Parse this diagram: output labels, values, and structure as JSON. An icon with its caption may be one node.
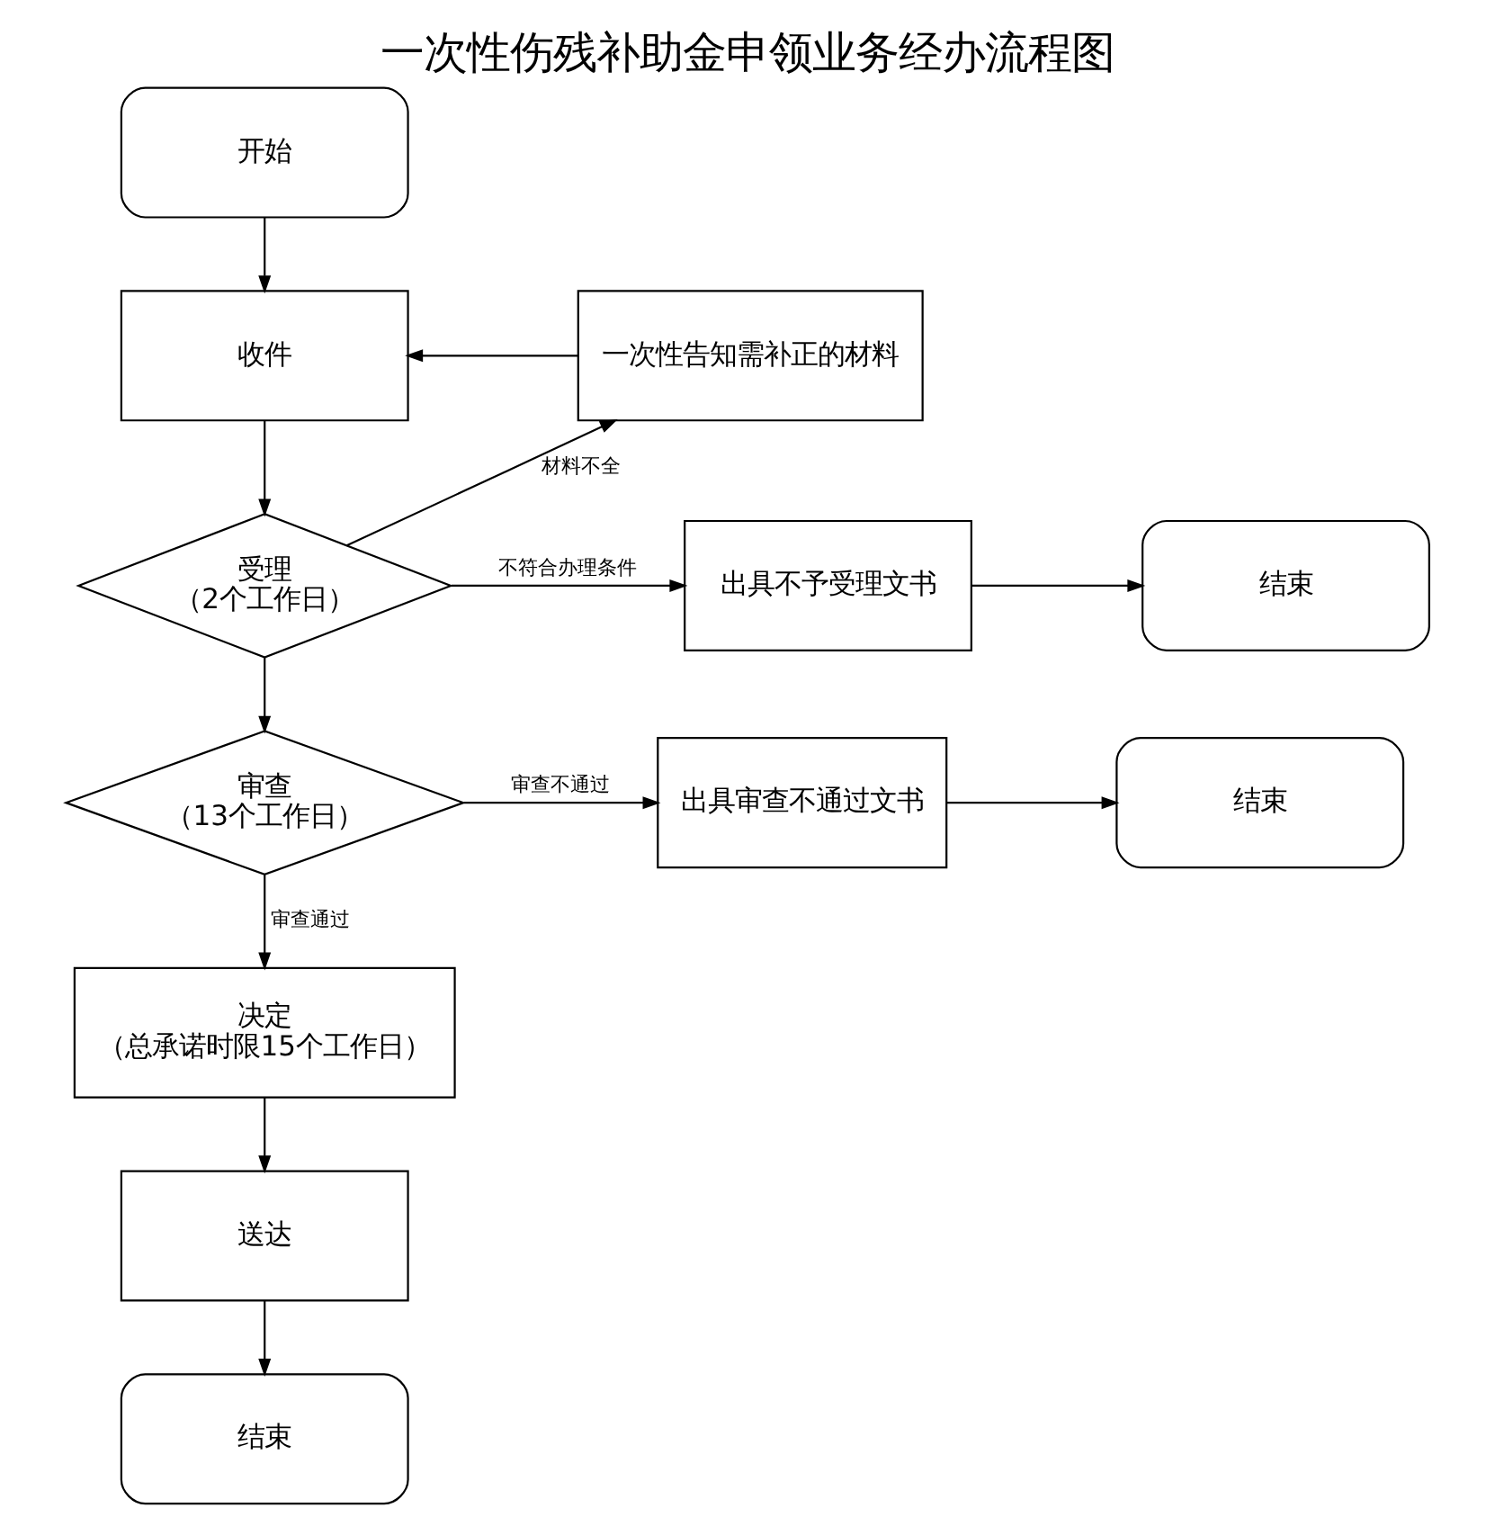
{
  "diagram": {
    "title": "一次性伤残补助金申领业务经办流程图",
    "nodes": [
      {
        "text": [
          "开始"
        ]
      },
      {
        "text": [
          "收件"
        ]
      },
      {
        "text": [
          "一次性告知需补正的材料"
        ]
      },
      {
        "text": [
          "受理",
          "（2个工作日）"
        ]
      },
      {
        "text": [
          "出具不予受理文书"
        ]
      },
      {
        "text": [
          "结束"
        ]
      },
      {
        "text": [
          "审查",
          "（13个工作日）"
        ]
      },
      {
        "text": [
          "出具审查不通过文书"
        ]
      },
      {
        "text": [
          "结束"
        ]
      },
      {
        "text": [
          "决定",
          "（总承诺时限15个工作日）"
        ]
      },
      {
        "text": [
          "送达"
        ]
      },
      {
        "text": [
          "结束"
        ]
      }
    ],
    "edges": [
      {
        "from": 0,
        "to": 1,
        "arrow": "to"
      },
      {
        "from": 1,
        "to": 3,
        "arrow": "to"
      },
      {
        "from": 3,
        "to": 2,
        "arrow": "to",
        "label": "材料不全"
      },
      {
        "from": 2,
        "to": 1,
        "arrow": "to"
      },
      {
        "from": 3,
        "to": 4,
        "arrow": "to",
        "label": "不符合办理条件"
      },
      {
        "from": 4,
        "to": 5,
        "arrow": "to"
      },
      {
        "from": 3,
        "to": 6,
        "arrow": "to"
      },
      {
        "from": 6,
        "to": 7,
        "arrow": "to",
        "label": "审查不通过"
      },
      {
        "from": 7,
        "to": 8,
        "arrow": "to"
      },
      {
        "from": 6,
        "to": 9,
        "arrow": "to",
        "label": "审查通过"
      },
      {
        "from": 9,
        "to": 10,
        "arrow": "to"
      },
      {
        "from": 10,
        "to": 11,
        "arrow": "to"
      }
    ]
  }
}
